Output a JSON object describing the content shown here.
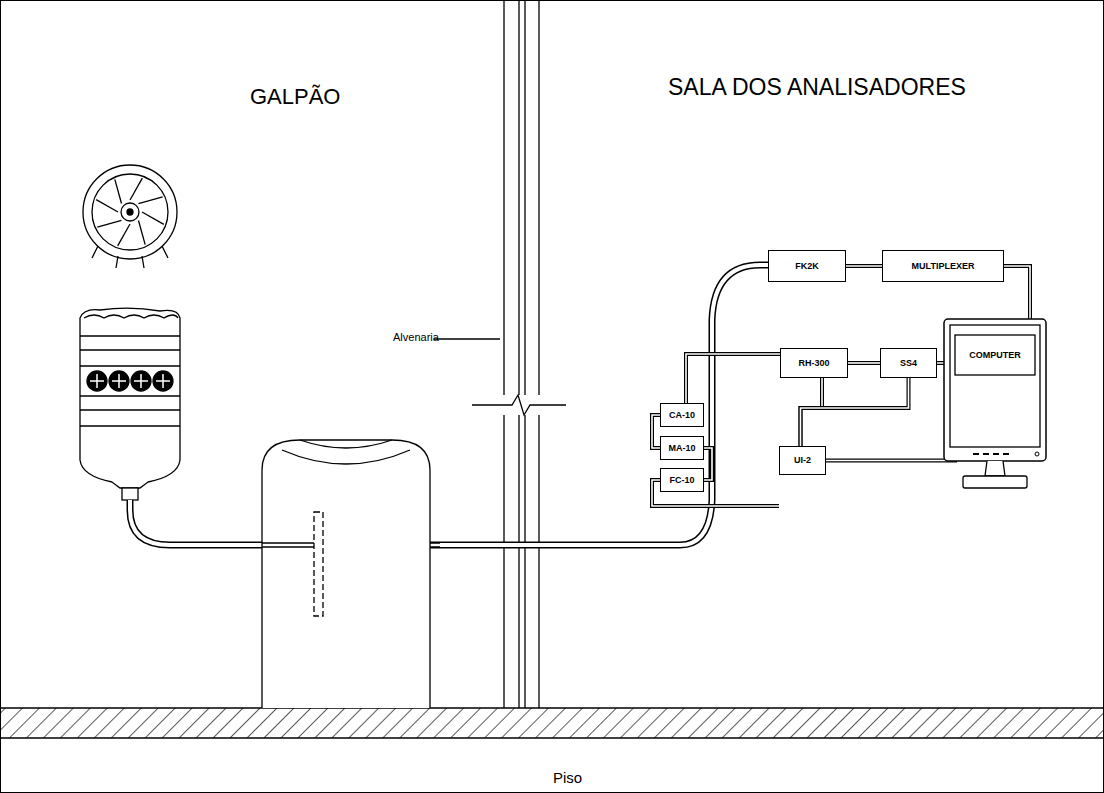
{
  "diagram": {
    "nodes": [
      {
        "text": [
          "FK2K"
        ]
      },
      {
        "text": [
          "MULTIPLEXER"
        ]
      },
      {
        "text": [
          "RH-300"
        ]
      },
      {
        "text": [
          "SS4"
        ]
      },
      {
        "text": [
          "CA-10"
        ]
      },
      {
        "text": [
          "MA-10"
        ]
      },
      {
        "text": [
          "FC-10"
        ]
      },
      {
        "text": [
          "UI-2"
        ]
      },
      {
        "text": [
          "COMPUTER"
        ]
      }
    ],
    "edges": [
      {
        "from": 0,
        "to": 1,
        "arrow": "none"
      },
      {
        "from": 1,
        "to": 3,
        "arrow": "none"
      },
      {
        "from": 3,
        "to": 2,
        "arrow": "none"
      },
      {
        "from": 2,
        "to": 4,
        "arrow": "none"
      },
      {
        "from": 4,
        "to": 5,
        "arrow": "none"
      },
      {
        "from": 5,
        "to": 6,
        "arrow": "none"
      },
      {
        "from": 6,
        "to": 7,
        "arrow": "none"
      },
      {
        "from": 2,
        "to": 7,
        "arrow": "none"
      },
      {
        "from": 3,
        "to": 7,
        "arrow": "none"
      },
      {
        "from": 7,
        "to": 8,
        "arrow": "none"
      }
    ],
    "labels": [
      "GALPÃO",
      "SALA DOS ANALISADORES",
      "Alvenaria",
      "Piso"
    ]
  }
}
